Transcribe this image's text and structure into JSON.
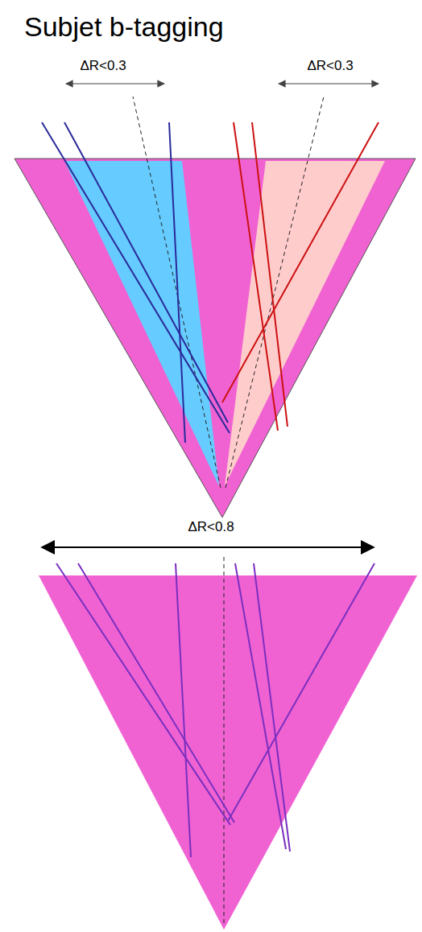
{
  "diagram": {
    "title": "Subjet b-tagging",
    "labels": [
      "ΔR<0.3",
      "ΔR<0.3",
      "ΔR<0.8"
    ]
  }
}
